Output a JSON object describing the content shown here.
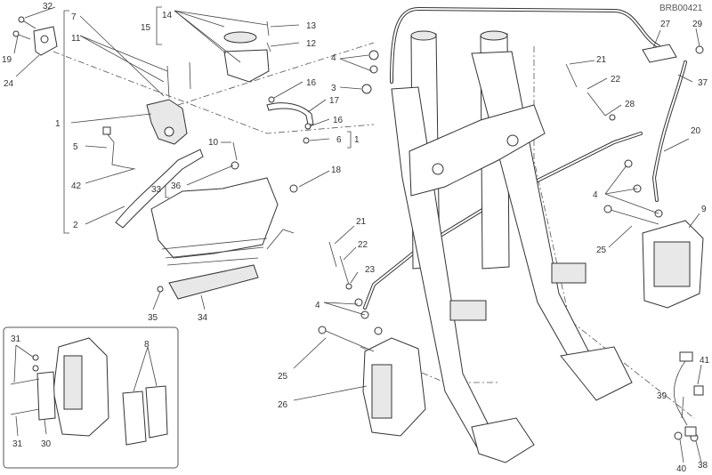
{
  "diagram_code": "BRB00421",
  "callouts": [
    "32",
    "19",
    "24",
    "7",
    "11",
    "1",
    "5",
    "42",
    "2",
    "33",
    "36",
    "14",
    "15",
    "13",
    "12",
    "16",
    "17",
    "16",
    "6",
    "1",
    "3",
    "4",
    "10",
    "18",
    "35",
    "34",
    "21",
    "22",
    "23",
    "4",
    "25",
    "26",
    "27",
    "29",
    "21",
    "22",
    "37",
    "28",
    "20",
    "4",
    "9",
    "25",
    "31",
    "31",
    "30",
    "8",
    "41",
    "39",
    "40",
    "38"
  ]
}
